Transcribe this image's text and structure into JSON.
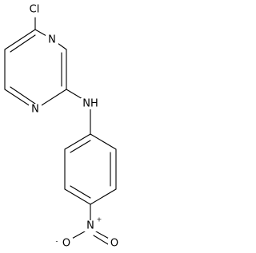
{
  "structure": {
    "atoms": {
      "cl": {
        "label": "Cl"
      },
      "n3": {
        "label": "N"
      },
      "n1": {
        "label": "N"
      },
      "nh": {
        "label": "NH"
      },
      "no2": {
        "label": "N"
      },
      "o_left": {
        "label": "O"
      },
      "o_right": {
        "label": "O"
      },
      "plus": {
        "label": "+"
      },
      "minus": {
        "label": "-"
      }
    }
  }
}
